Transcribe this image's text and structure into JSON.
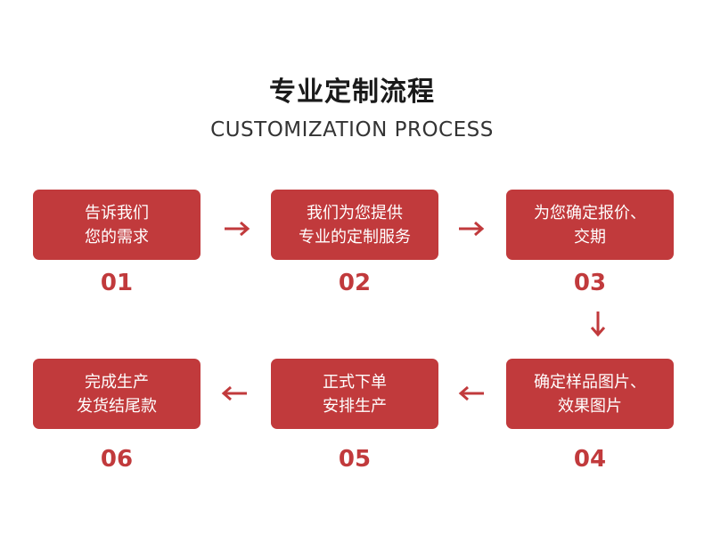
{
  "header": {
    "title": "专业定制流程",
    "subtitle": "CUSTOMIZATION PROCESS"
  },
  "steps": [
    {
      "line1": "告诉我们",
      "line2": "您的需求",
      "number": "01"
    },
    {
      "line1": "我们为您提供",
      "line2": "专业的定制服务",
      "number": "02"
    },
    {
      "line1": "为您确定报价、",
      "line2": "交期",
      "number": "03"
    },
    {
      "line1": "确定样品图片、",
      "line2": "效果图片",
      "number": "04"
    },
    {
      "line1": "正式下单",
      "line2": "安排生产",
      "number": "05"
    },
    {
      "line1": "完成生产",
      "line2": "发货结尾款",
      "number": "06"
    }
  ],
  "colors": {
    "accent": "#c13a3c",
    "box_text": "#ffffff",
    "title": "#1a1a1a"
  },
  "icons": {
    "right": "arrow-right-icon",
    "down": "arrow-down-icon",
    "left": "arrow-left-icon"
  }
}
